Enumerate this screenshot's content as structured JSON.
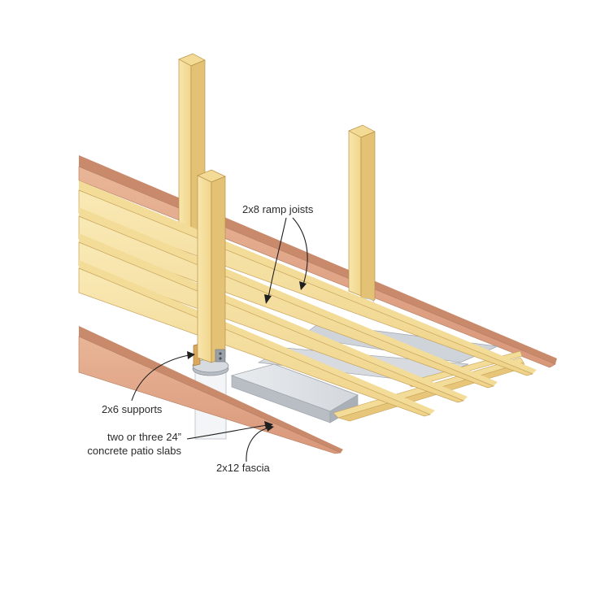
{
  "labels": {
    "ramp_joists": "2x8 ramp joists",
    "supports": "2x6 supports",
    "slabs_line1": "two or three 24”",
    "slabs_line2": "concrete patio slabs",
    "fascia": "2x12 fascia"
  },
  "colors": {
    "lumber_light": "#f7e3a6",
    "lumber_mid": "#f0d488",
    "lumber_dark": "#d9b866",
    "lumber_edge": "#b8934a",
    "fascia_face": "#e2a889",
    "fascia_top": "#c98a6c",
    "concrete_top": "#e3e6ea",
    "concrete_side": "#b9bec5",
    "pipe": "#f4f5f7",
    "leader": "#1f1f1f"
  }
}
